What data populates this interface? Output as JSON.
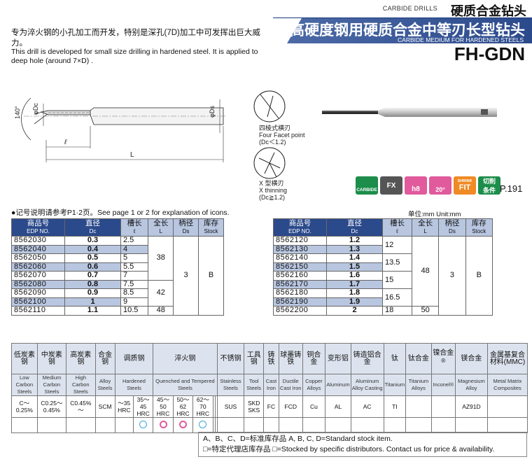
{
  "header": {
    "category_en": "CARBIDE DRILLS",
    "category_cn": "硬质合金钻头",
    "title_cn": "高硬度钢用硬质合金中等刃长型钻头",
    "title_en": "CARBIDE MEDIUM FOR HARDENED STEELS",
    "code": "FH-GDN"
  },
  "intro": {
    "cn": "专为淬火钢的小孔加工而开发，特别是深孔(7D)加工中可发挥出巨大威力。",
    "en": "This drill is developed for small size drilling in hardened steel. It is applied to deep hole (around 7×D) ."
  },
  "drawing": {
    "angle": "140°",
    "dc": "φDc",
    "ds": "φDs",
    "l_small": "ℓ",
    "l_total": "L",
    "point1_cn": "四棱式横刃",
    "point1_en": "Four Facet point",
    "point1_range": "(Dc＜1.2)",
    "point2_cn": "X 型横刃",
    "point2_en": "X thinning",
    "point2_range": "(Dc≧1.2)"
  },
  "icons": {
    "carbide": "CARBIDE",
    "fx": "FX",
    "h8": "h8",
    "deg": "20°",
    "shrink_top": "SHRINK",
    "shrink": "FIT",
    "cond_top": "切削",
    "cond_bottom": "条件",
    "page": "P.191"
  },
  "note": "●记号说明请参考P1·2页。See page 1 or 2 for explanation of icons.",
  "unit": "单位:mm   Unit:mm",
  "table_headers": {
    "edp_cn": "商品号",
    "edp_en": "EDP NO.",
    "dc_cn": "直径",
    "dc_en": "Dc",
    "l_cn": "槽长",
    "l_en": "ℓ",
    "L_cn": "全长",
    "L_en": "L",
    "ds_cn": "柄径",
    "ds_en": "Ds",
    "stock_cn": "库存",
    "stock_en": "Stock"
  },
  "left_table": {
    "rows": [
      {
        "edp": "8562030",
        "dc": "0.3",
        "l": "2.5"
      },
      {
        "edp": "8562040",
        "dc": "0.4",
        "l": "4"
      },
      {
        "edp": "8562050",
        "dc": "0.5",
        "l": "5"
      },
      {
        "edp": "8562060",
        "dc": "0.6",
        "l": "5.5"
      },
      {
        "edp": "8562070",
        "dc": "0.7",
        "l": "7"
      },
      {
        "edp": "8562080",
        "dc": "0.8",
        "l": "7.5"
      },
      {
        "edp": "8562090",
        "dc": "0.9",
        "l": "8.5"
      },
      {
        "edp": "8562100",
        "dc": "1",
        "l": "9"
      },
      {
        "edp": "8562110",
        "dc": "1.1",
        "l": "10.5"
      }
    ],
    "L1": "38",
    "L2": "42",
    "L3": "48",
    "ds": "3",
    "stock": "B"
  },
  "right_table": {
    "rows": [
      {
        "edp": "8562120",
        "dc": "1.2"
      },
      {
        "edp": "8562130",
        "dc": "1.3"
      },
      {
        "edp": "8562140",
        "dc": "1.4"
      },
      {
        "edp": "8562150",
        "dc": "1.5"
      },
      {
        "edp": "8562160",
        "dc": "1.6"
      },
      {
        "edp": "8562170",
        "dc": "1.7"
      },
      {
        "edp": "8562180",
        "dc": "1.8"
      },
      {
        "edp": "8562190",
        "dc": "1.9"
      },
      {
        "edp": "8562200",
        "dc": "2"
      }
    ],
    "l_groups": [
      "12",
      "13.5",
      "15",
      "16.5",
      "18"
    ],
    "L1": "48",
    "L2": "50",
    "ds": "3",
    "stock": "B"
  },
  "materials": {
    "cn": [
      "低炭素钢",
      "中炭素钢",
      "高炭素钢",
      "合金钢",
      "调质钢",
      "淬火钢",
      "不锈钢",
      "工具钢",
      "铸铁",
      "球墨铸铁",
      "铜合金",
      "变形铝",
      "铸造铝合金",
      "钛",
      "钛合金",
      "镍合金",
      "镁合金",
      "金属基复合材料(MMC)"
    ],
    "en": [
      "Low Carbon Steels",
      "Medium Carbon Steels",
      "High Carbon Steels",
      "Alloy Steels",
      "Hardened Steels",
      "Quenched and Tempered Steels",
      "Stainless Steels",
      "Tool Steels",
      "Cast Iron",
      "Ductile Cast Iron",
      "Copper Alloys",
      "Aluminum",
      "Aluminum Alloy Casting",
      "Titanium",
      "Titanium Alloys",
      "Inconel®",
      "Magnesium Alloy",
      "Metal Matrix Composites"
    ],
    "grades": [
      "C～0.25%",
      "C0.25～0.45%",
      "C0.45%～",
      "SCM",
      "～35 HRC",
      "35～45 HRC",
      "45～50 HRC",
      "50～62 HRC",
      "62～70 HRC",
      "SUS",
      "SKD SKS",
      "FC",
      "FCD",
      "Cu",
      "AL",
      "AC",
      "TI",
      "",
      "AZ91D",
      ""
    ],
    "inconel_mark": "®"
  },
  "legend": {
    "line1": "A、B、C、D=标准库存品   A, B, C, D=Standard stock item.",
    "line2": "□=特定代理店库存品   □=Stocked by specific distributors. Contact us for price & availability."
  },
  "colors": {
    "brand": "#2b4a8c",
    "light": "#b8c6e0",
    "pink": "#e05a9c",
    "cyan": "#3aa7dc"
  }
}
